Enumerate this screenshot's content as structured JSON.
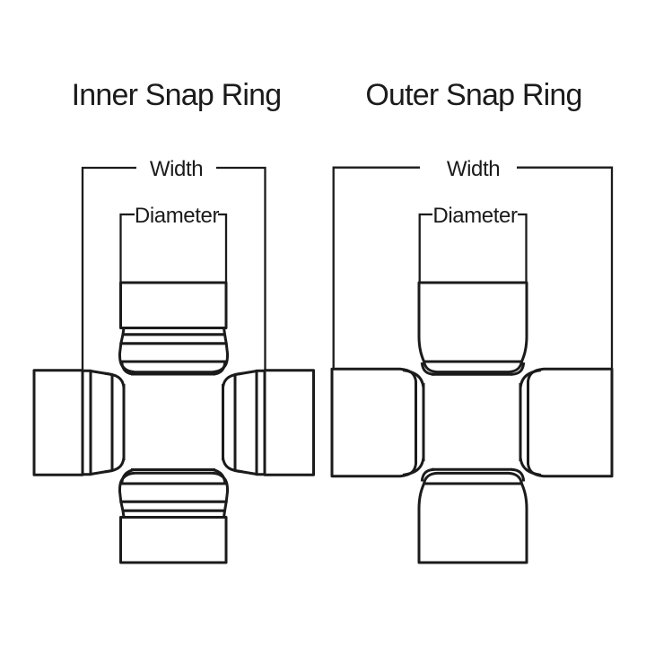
{
  "colors": {
    "line": "#1b1b1b",
    "background": "#ffffff"
  },
  "figures": [
    {
      "title": "Inner Snap Ring",
      "width_label": "Width",
      "diameter_label": "Diameter"
    },
    {
      "title": "Outer Snap Ring",
      "width_label": "Width",
      "diameter_label": "Diameter"
    }
  ]
}
